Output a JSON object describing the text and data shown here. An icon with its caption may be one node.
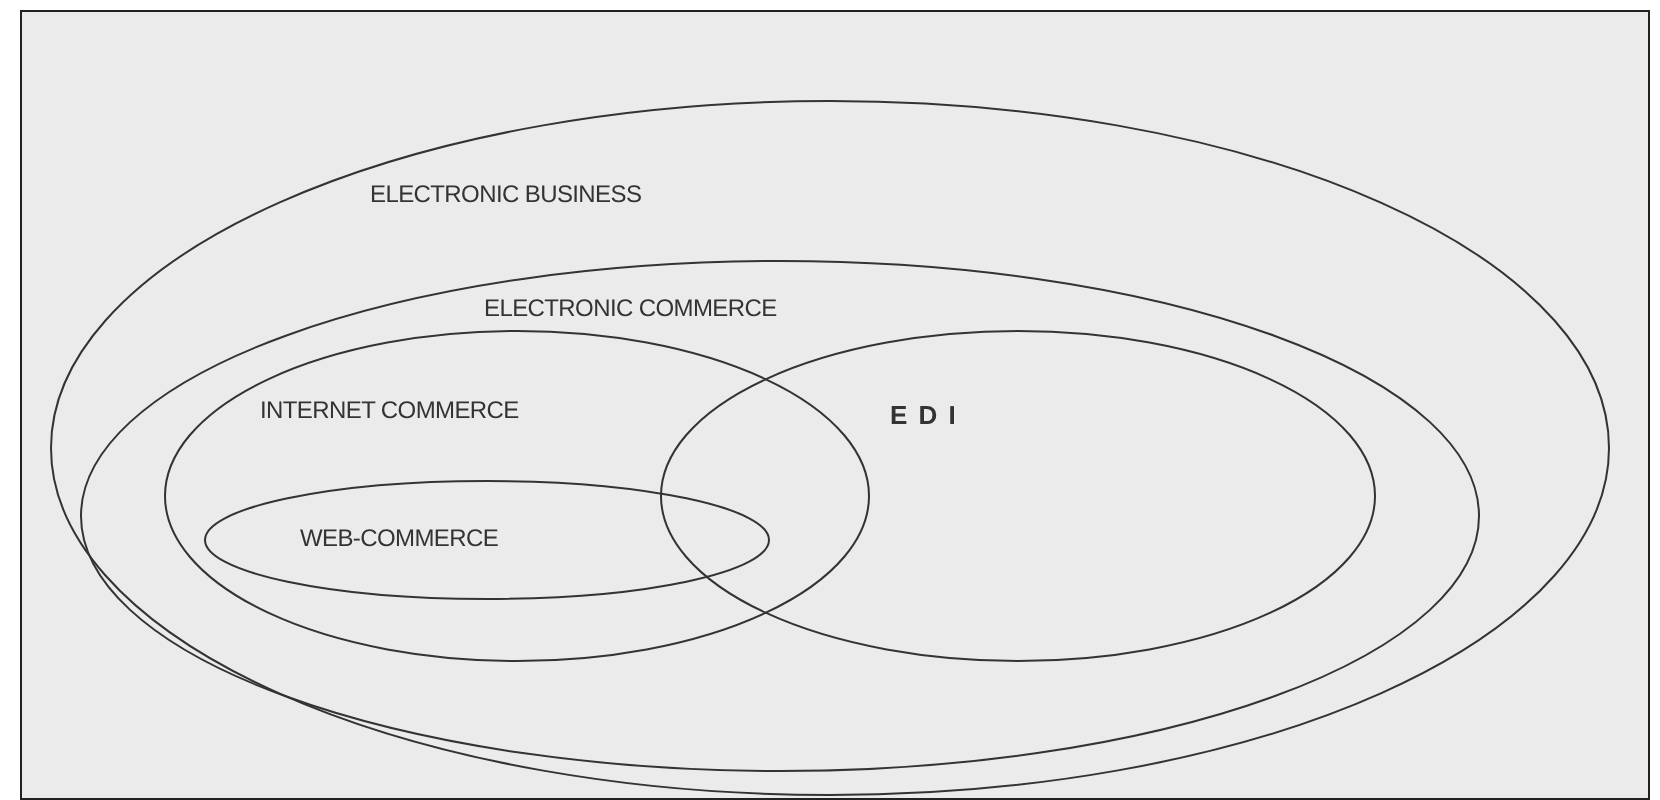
{
  "diagram": {
    "nodes": [
      {
        "text": [
          "ELECTRONIC BUSINESS"
        ]
      },
      {
        "text": [
          "ELECTRONIC COMMERCE"
        ],
        "in": 0
      },
      {
        "text": [
          "INTERNET COMMERCE"
        ],
        "in": 1
      },
      {
        "text": [
          "WEB-COMMERCE"
        ],
        "in": 2
      },
      {
        "text": [
          "E D I"
        ],
        "in": 1
      }
    ],
    "edges": []
  }
}
